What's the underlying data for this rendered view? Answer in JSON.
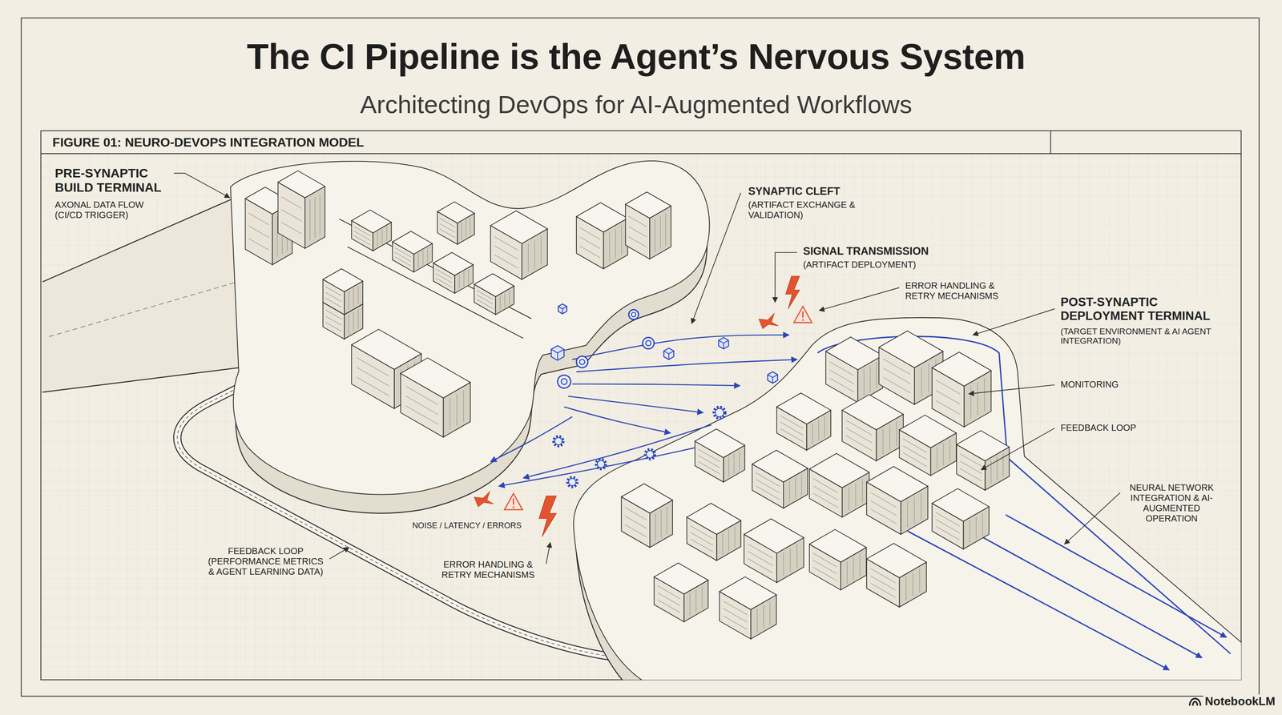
{
  "diagram": {
    "title": "The CI Pipeline is the Agent’s Nervous System",
    "labels": [
      "Architecting DevOps for AI-Augmented Workflows",
      "FIGURE 01: NEURO-DEVOPS INTEGRATION MODEL",
      "PRE-SYNAPTIC BUILD TERMINAL",
      "AXONAL DATA FLOW (CI/CD TRIGGER)",
      "SYNAPTIC CLEFT",
      "(ARTIFACT EXCHANGE & VALIDATION)",
      "SIGNAL TRANSMISSION",
      "(ARTIFACT DEPLOYMENT)",
      "ERROR HANDLING & RETRY MECHANISMS",
      "POST-SYNAPTIC DEPLOYMENT TERMINAL",
      "(TARGET ENVIRONMENT & AI AGENT INTEGRATION)",
      "MONITORING",
      "FEEDBACK LOOP",
      "NEURAL NETWORK INTEGRATION & AI-AUGMENTED OPERATION",
      "NOISE / LATENCY / ERRORS",
      "ERROR HANDLING & RETRY MECHANISMS",
      "FEEDBACK LOOP (PERFORMANCE METRICS & AGENT LEARNING DATA)",
      "NotebookLM"
    ]
  }
}
